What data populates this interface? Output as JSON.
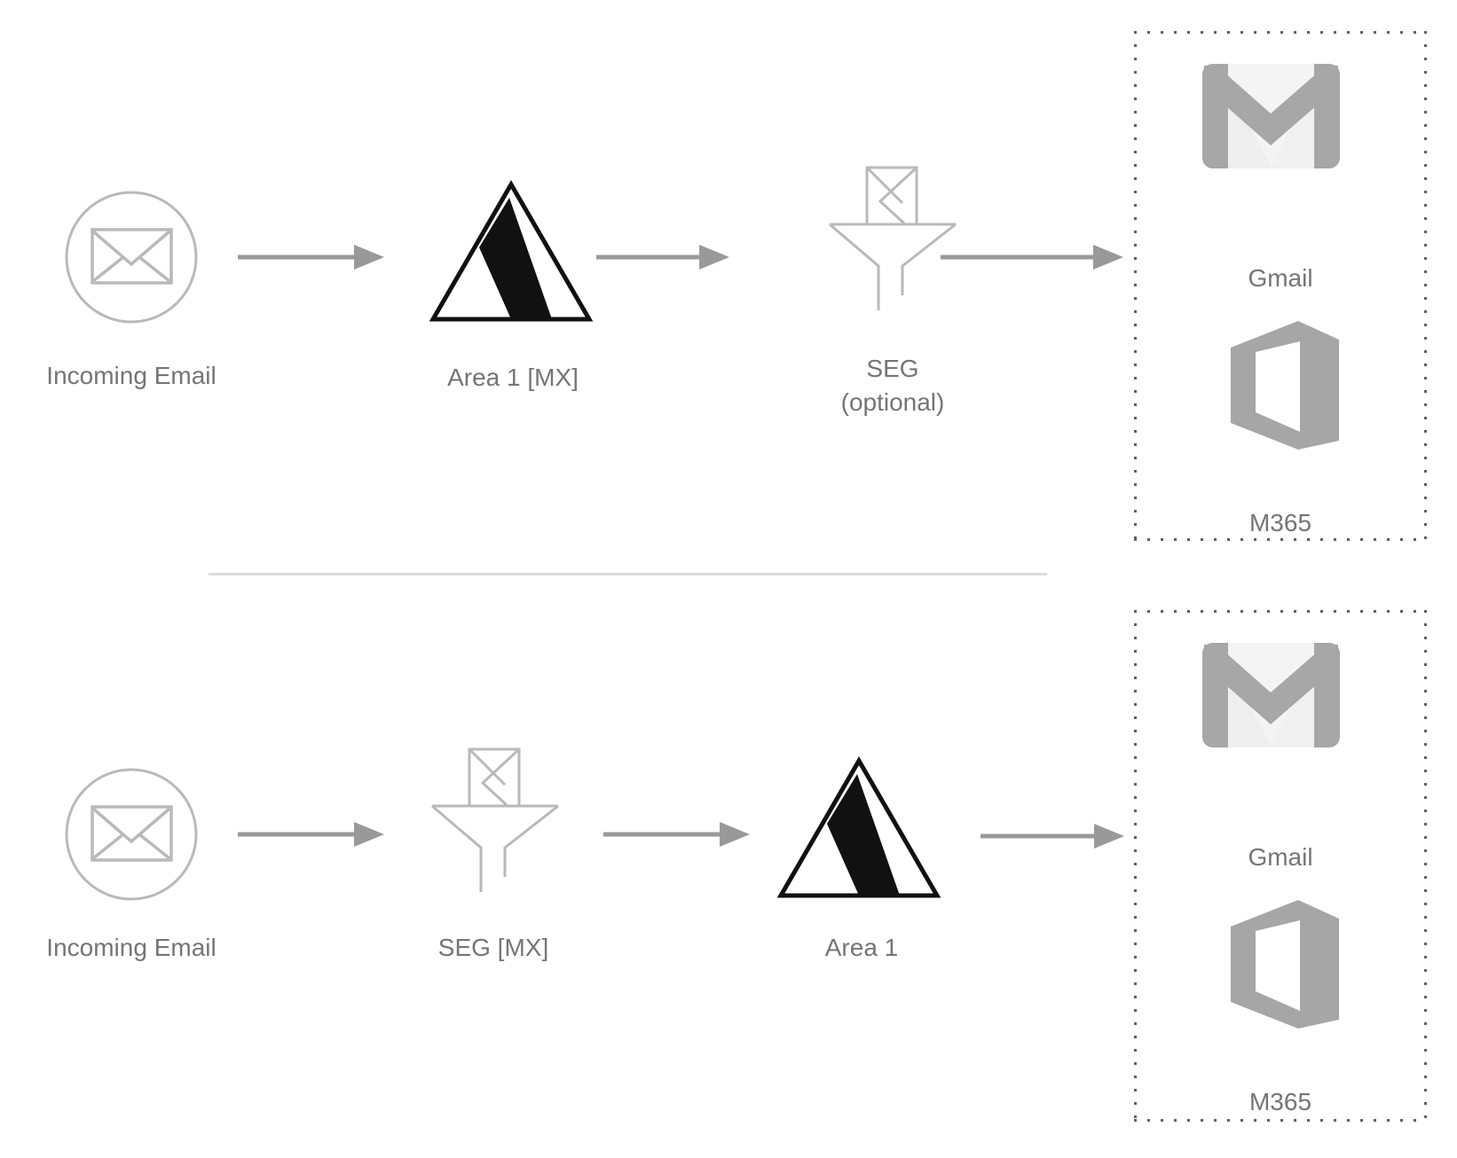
{
  "colors": {
    "text_gray": "#757575",
    "arrow_gray": "#999999",
    "outline_icon_gray": "#b9b9b9",
    "logo_gray": "#a7a7a7",
    "dotted_border_gray": "#606060",
    "divider_gray": "#dcdcdc",
    "area1_logo_black": "#111111"
  },
  "flow_top": {
    "incoming_email_label": "Incoming Email",
    "area1_label": "Area 1 [MX]",
    "seg_label": "SEG",
    "seg_sublabel": "(optional)",
    "destinations": {
      "gmail_label": "Gmail",
      "m365_label": "M365"
    }
  },
  "flow_bottom": {
    "incoming_email_label": "Incoming Email",
    "seg_label": "SEG [MX]",
    "area1_label": "Area 1",
    "destinations": {
      "gmail_label": "Gmail",
      "m365_label": "M365"
    }
  }
}
